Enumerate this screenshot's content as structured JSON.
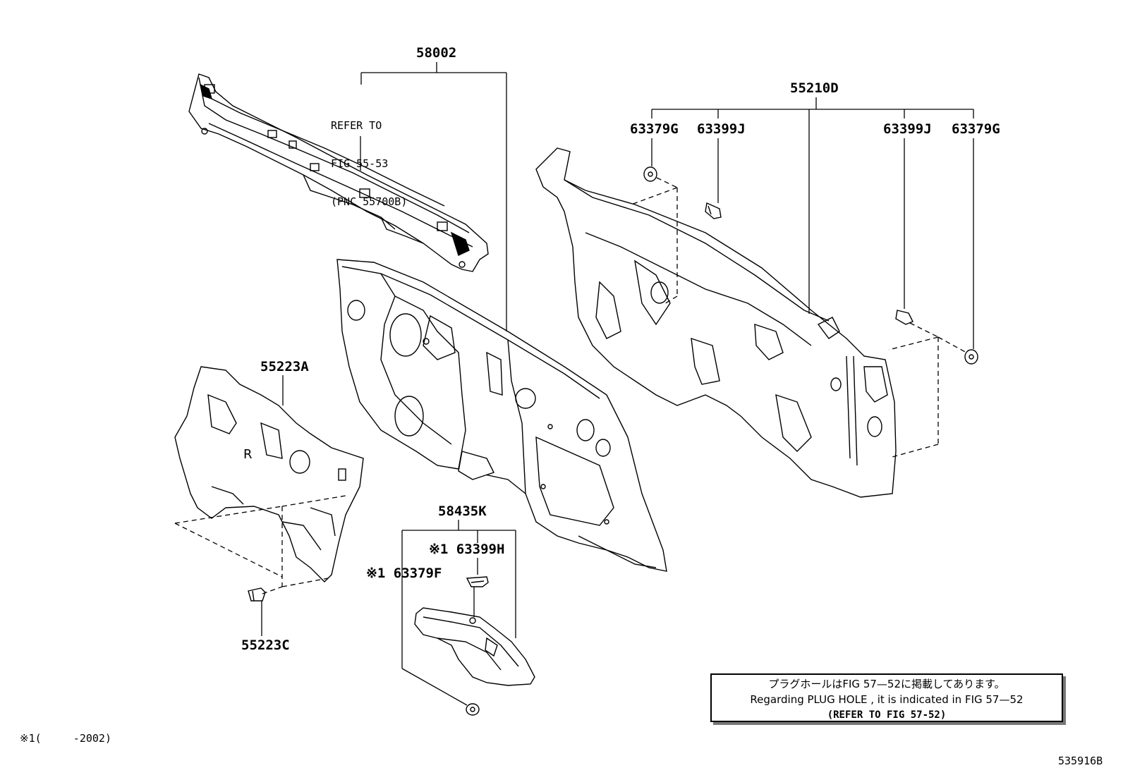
{
  "labels": {
    "p58002": "58002",
    "p55210D": "55210D",
    "p63379G_left": "63379G",
    "p63399J_left": "63399J",
    "p63399J_right": "63399J",
    "p63379G_right": "63379G",
    "p55223A": "55223A",
    "p55223C": "55223C",
    "p58435K": "58435K",
    "p63399H": "※1 63399H",
    "p63379F": "※1 63379F"
  },
  "refer": {
    "line1": "REFER TO",
    "line2": "FIG 55-53",
    "line3": "(PNC 55700B)"
  },
  "note": {
    "jp": "プラグホールはFIG 57—52に掲載してあります。",
    "en": "Regarding  PLUG  HOLE , it is indicated in FIG  57—52",
    "ref": "(REFER TO FIG 57-52)"
  },
  "footnote": "※1(     -2002)",
  "figure_id": "535916B"
}
